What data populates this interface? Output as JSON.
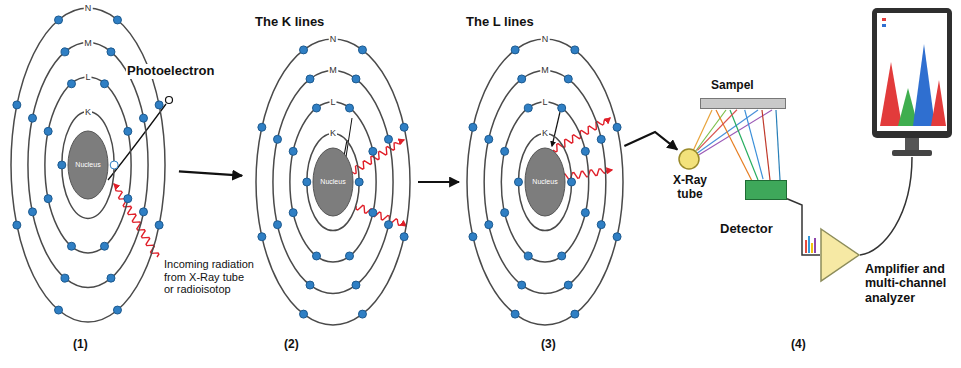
{
  "diagram": {
    "nodes": [
      {
        "text": [
          "N",
          "M",
          "L",
          "K",
          "Nucleus"
        ]
      },
      {
        "text": [
          "The K lines",
          "N",
          "M",
          "L",
          "K",
          "Nucleus"
        ]
      },
      {
        "text": [
          "The L lines",
          "N",
          "M",
          "L",
          "K",
          "Nucleus"
        ]
      },
      {
        "text": [
          "Sampel"
        ]
      },
      {
        "text": [
          "X-Ray tube"
        ]
      },
      {
        "text": [
          "Detector"
        ]
      },
      {
        "text": [
          "Amplifier and multi-channel analyzer"
        ]
      }
    ],
    "edges": [
      {
        "from": 0,
        "to": 1,
        "arrow": "to"
      },
      {
        "from": 1,
        "to": 2,
        "arrow": "to"
      },
      {
        "from": 2,
        "to": 4,
        "arrow": "to"
      },
      {
        "from": 4,
        "to": 3,
        "arrow": "none"
      },
      {
        "from": 3,
        "to": 5,
        "arrow": "none"
      },
      {
        "from": 5,
        "to": 6,
        "arrow": "none"
      }
    ],
    "labels": [
      "Photoelectron",
      "Incoming radiation from X-Ray tube or radioisotop",
      "(1)",
      "(2)",
      "(3)",
      "(4)"
    ]
  }
}
